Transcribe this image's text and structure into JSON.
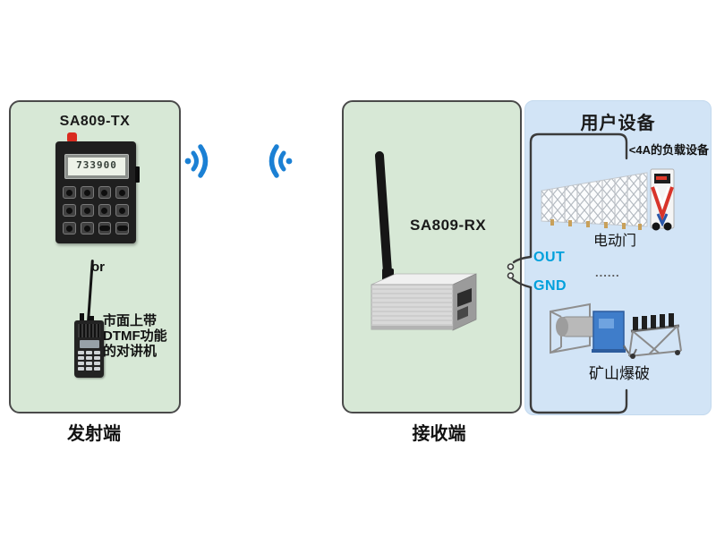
{
  "diagram": {
    "transmitter": {
      "title": "SA809-TX",
      "lcd_value": "733900",
      "or_label": "or",
      "walkie_note_lines": [
        "市面上带",
        "DTMF功能",
        "的对讲机"
      ],
      "caption": "发射端"
    },
    "receiver": {
      "title": "SA809-RX",
      "caption": "接收端"
    },
    "user_devices": {
      "title": "用户设备",
      "load_note": "<4A的负载设备",
      "device_gate_label": "电动门",
      "ellipsis": "......",
      "device_blast_label": "矿山爆破",
      "terminal_out": "OUT",
      "terminal_gnd": "GND"
    },
    "icons": {
      "signal_left": "wireless-signal-emit-icon",
      "signal_right": "wireless-signal-receive-icon",
      "switch": "relay-contact-switch-symbol"
    },
    "colors": {
      "panel_green": "#d7e8d6",
      "panel_border": "#4a4a4a",
      "panel_blue": "#d2e4f6",
      "signal_blue": "#1b80d4",
      "terminal_text": "#00a0dc",
      "wire": "#3b3b3b",
      "knob_red": "#d92b1f"
    }
  }
}
